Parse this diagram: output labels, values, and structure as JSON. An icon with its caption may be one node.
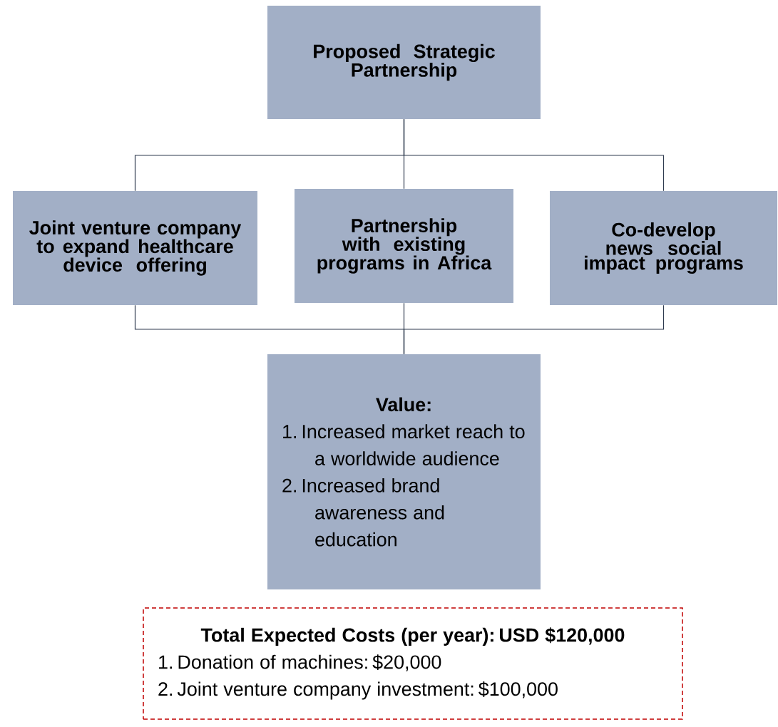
{
  "diagram": {
    "nodes": [
      {
        "text": [
          "Proposed Strategic Partnership"
        ]
      },
      {
        "text": [
          "Joint venture company to expand healthcare device offering"
        ]
      },
      {
        "text": [
          "Partnership with existing programs in Africa"
        ]
      },
      {
        "text": [
          "Co-develop news social impact programs"
        ]
      },
      {
        "text": [
          "Value:",
          "1. Increased market reach to a worldwide audience",
          "2. Increased brand awareness and education"
        ]
      },
      {
        "text": [
          "Total Expected Costs (per year): USD $120,000",
          "1. Donation of machines: $20,000",
          "2. Joint venture company investment: $100,000"
        ]
      }
    ],
    "edges": [
      {
        "from": 0,
        "to": 1,
        "arrow": "none"
      },
      {
        "from": 0,
        "to": 2,
        "arrow": "none"
      },
      {
        "from": 0,
        "to": 3,
        "arrow": "none"
      },
      {
        "from": 1,
        "to": 4,
        "arrow": "none"
      },
      {
        "from": 2,
        "to": 4,
        "arrow": "none"
      },
      {
        "from": 3,
        "to": 4,
        "arrow": "none"
      }
    ]
  }
}
